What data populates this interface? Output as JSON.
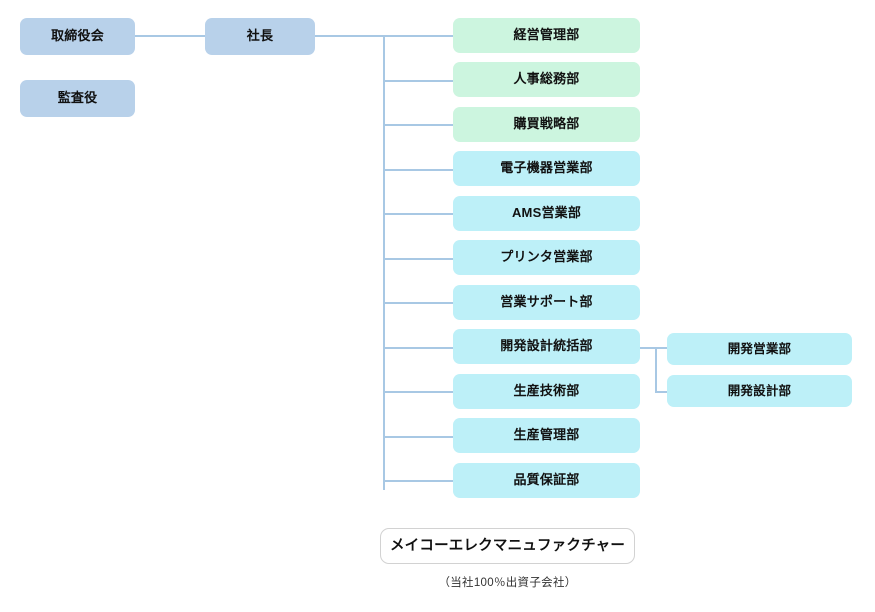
{
  "diagram": {
    "title": "organization-chart",
    "colors": {
      "executive_box": "#b8d1ea",
      "admin_box": "#ccf5df",
      "department_box": "#bdf0f8",
      "subsidiary_box": "#ffffff",
      "subsidiary_border": "#d2d2d2",
      "connector_line": "#a8c8e4",
      "text": "#111111",
      "background": "#ffffff"
    }
  },
  "executive": {
    "board": "取締役会",
    "president": "社長",
    "auditor": "監査役"
  },
  "admin_departments": [
    {
      "label": "経営管理部"
    },
    {
      "label": "人事総務部"
    },
    {
      "label": "購買戦略部"
    }
  ],
  "operating_departments": [
    {
      "label": "電子機器営業部"
    },
    {
      "label": "AMS営業部"
    },
    {
      "label": "プリンタ営業部"
    },
    {
      "label": "営業サポート部"
    },
    {
      "label": "開発設計統括部"
    },
    {
      "label": "生産技術部"
    },
    {
      "label": "生産管理部"
    },
    {
      "label": "品質保証部"
    }
  ],
  "sub_departments": [
    {
      "label": "開発営業部"
    },
    {
      "label": "開発設計部"
    }
  ],
  "subsidiary": {
    "name": "メイコーエレクマニュファクチャー",
    "note": "（当社100％出資子会社）"
  }
}
